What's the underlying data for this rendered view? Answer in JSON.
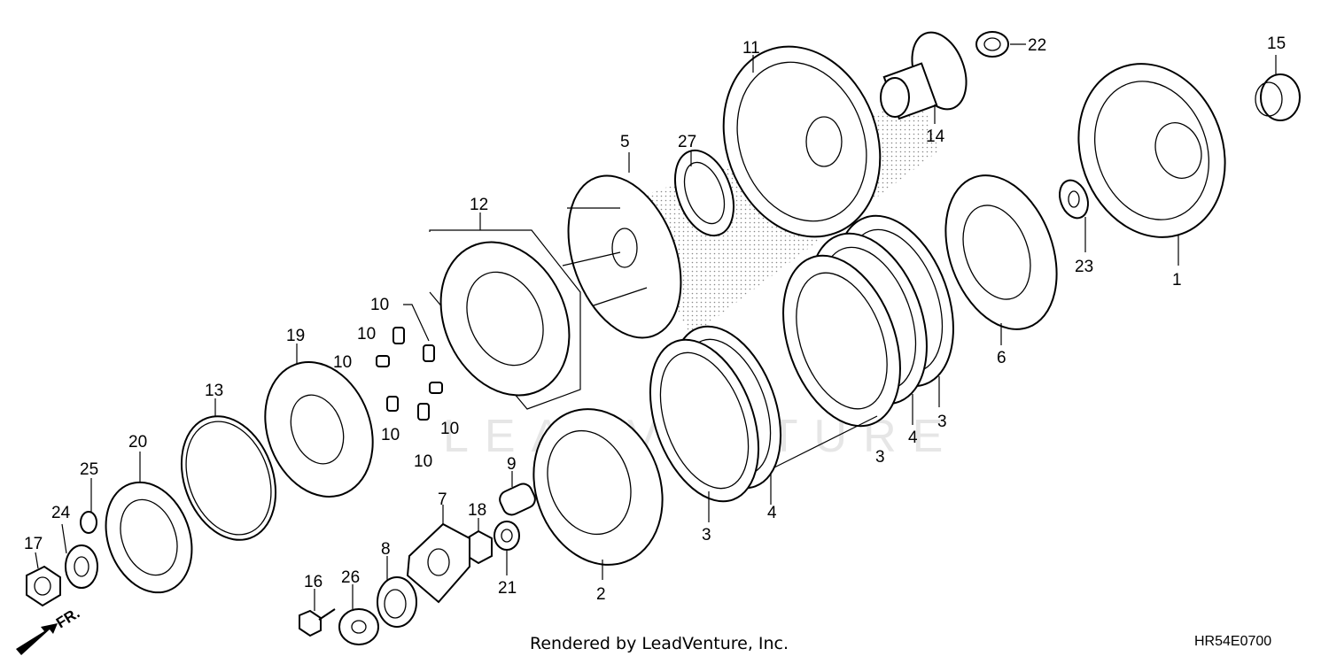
{
  "diagram": {
    "labels": {
      "p1": "1",
      "p2": "2",
      "p3a": "3",
      "p3b": "3",
      "p3c": "3",
      "p4a": "4",
      "p4b": "4",
      "p5": "5",
      "p6": "6",
      "p7": "7",
      "p8": "8",
      "p9": "9",
      "p10a": "10",
      "p10b": "10",
      "p10c": "10",
      "p10d": "10",
      "p10e": "10",
      "p10f": "10",
      "p11": "11",
      "p12": "12",
      "p13": "13",
      "p14": "14",
      "p15": "15",
      "p16": "16",
      "p17": "17",
      "p18": "18",
      "p19": "19",
      "p20": "20",
      "p21": "21",
      "p22": "22",
      "p23": "23",
      "p24": "24",
      "p25": "25",
      "p26": "26",
      "p27": "27"
    },
    "direction_label": "FR.",
    "watermark": "LEADVENTURE"
  },
  "footer": {
    "credit": "Rendered by LeadVenture, Inc.",
    "code": "HR54E0700"
  }
}
